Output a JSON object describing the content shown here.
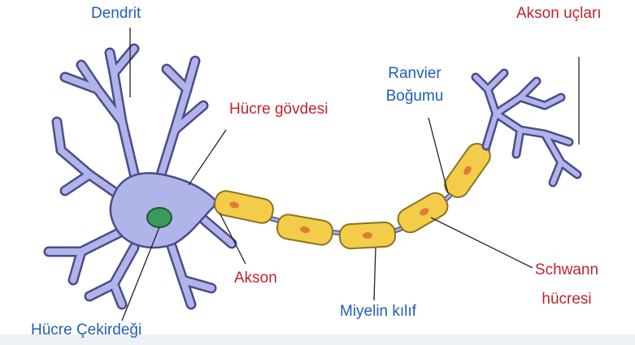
{
  "labels": {
    "dendrit": "Dendrit",
    "akson_uclari": "Akson uçları",
    "ranvier_line1": "Ranvier",
    "ranvier_line2": "Boğumu",
    "hucre_govdesi": "Hücre gövdesi",
    "akson": "Akson",
    "miyelin": "Miyelin kılıf",
    "schwann_line1": "Schwann",
    "schwann_line2": "hücresi",
    "cekirdek": "Hücre Çekirdeği"
  },
  "colors": {
    "label_blue": "#1f5fb8",
    "label_red": "#c0242a",
    "cell_body": "#b0b4e8",
    "cell_outline": "#4a4c8c",
    "nucleus": "#3a9a5a",
    "myelin": "#f3cd4a",
    "myelin_outline": "#8a7420",
    "schwann_nucleus": "#e07a3a"
  }
}
